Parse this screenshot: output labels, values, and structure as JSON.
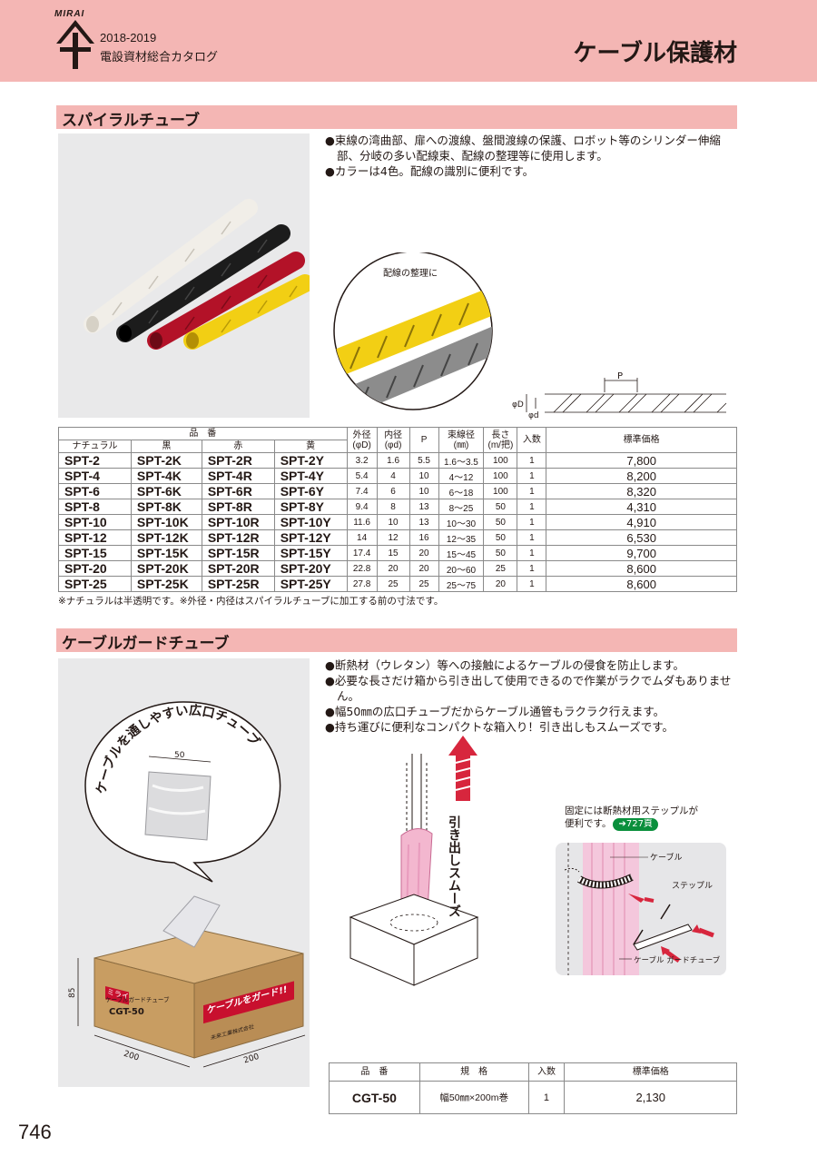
{
  "header": {
    "brand": "MIRAI",
    "year": "2018-2019",
    "catalog_name": "電設資材総合カタログ",
    "page_title": "ケーブル保護材"
  },
  "spiral": {
    "title": "スパイラルチューブ",
    "bullets": [
      "●束線の湾曲部、扉への渡線、盤間渡線の保護、ロボット等のシリンダー伸縮部、分岐の多い配線束、配線の整理等に使用します。",
      "●カラーは4色。配線の識別に便利です。"
    ],
    "zoom_caption": "配線の整理に",
    "diagram_labels": {
      "pitch": "P",
      "outer": "φD",
      "inner": "φd"
    },
    "table": {
      "header_group": "品　番",
      "color_headers": [
        "ナチュラル",
        "黒",
        "赤",
        "黄"
      ],
      "col_outer": "外径\n(φD)",
      "col_inner": "内径\n(φd)",
      "col_p": "P",
      "col_bundle": "束線径\n(㎜)",
      "col_length": "長さ\n(m/把)",
      "col_qty": "入数",
      "col_price": "標準価格",
      "rows": [
        {
          "n": "SPT-2",
          "k": "SPT-2K",
          "r": "SPT-2R",
          "y": "SPT-2Y",
          "od": "3.2",
          "id": "1.6",
          "p": "5.5",
          "bundle": "1.6～3.5",
          "len": "100",
          "qty": "1",
          "price": "7,800"
        },
        {
          "n": "SPT-4",
          "k": "SPT-4K",
          "r": "SPT-4R",
          "y": "SPT-4Y",
          "od": "5.4",
          "id": "4",
          "p": "10",
          "bundle": "4～12",
          "len": "100",
          "qty": "1",
          "price": "8,200"
        },
        {
          "n": "SPT-6",
          "k": "SPT-6K",
          "r": "SPT-6R",
          "y": "SPT-6Y",
          "od": "7.4",
          "id": "6",
          "p": "10",
          "bundle": "6～18",
          "len": "100",
          "qty": "1",
          "price": "8,320"
        },
        {
          "n": "SPT-8",
          "k": "SPT-8K",
          "r": "SPT-8R",
          "y": "SPT-8Y",
          "od": "9.4",
          "id": "8",
          "p": "13",
          "bundle": "8～25",
          "len": "50",
          "qty": "1",
          "price": "4,310"
        },
        {
          "n": "SPT-10",
          "k": "SPT-10K",
          "r": "SPT-10R",
          "y": "SPT-10Y",
          "od": "11.6",
          "id": "10",
          "p": "13",
          "bundle": "10～30",
          "len": "50",
          "qty": "1",
          "price": "4,910"
        },
        {
          "n": "SPT-12",
          "k": "SPT-12K",
          "r": "SPT-12R",
          "y": "SPT-12Y",
          "od": "14",
          "id": "12",
          "p": "16",
          "bundle": "12～35",
          "len": "50",
          "qty": "1",
          "price": "6,530"
        },
        {
          "n": "SPT-15",
          "k": "SPT-15K",
          "r": "SPT-15R",
          "y": "SPT-15Y",
          "od": "17.4",
          "id": "15",
          "p": "20",
          "bundle": "15～45",
          "len": "50",
          "qty": "1",
          "price": "9,700"
        },
        {
          "n": "SPT-20",
          "k": "SPT-20K",
          "r": "SPT-20R",
          "y": "SPT-20Y",
          "od": "22.8",
          "id": "20",
          "p": "20",
          "bundle": "20～60",
          "len": "25",
          "qty": "1",
          "price": "8,600"
        },
        {
          "n": "SPT-25",
          "k": "SPT-25K",
          "r": "SPT-25R",
          "y": "SPT-25Y",
          "od": "27.8",
          "id": "25",
          "p": "25",
          "bundle": "25～75",
          "len": "20",
          "qty": "1",
          "price": "8,600"
        }
      ]
    },
    "note": "※ナチュラルは半透明です。※外径・内径はスパイラルチューブに加工する前の寸法です。",
    "colors": {
      "natural": "#efece6",
      "black": "#1c1c1c",
      "red": "#b31228",
      "yellow": "#f2cf14",
      "gray": "#8c8c8c"
    }
  },
  "guard": {
    "title": "ケーブルガードチューブ",
    "bullets": [
      "●断熱材（ウレタン）等への接触によるケーブルの侵食を防止します。",
      "●必要な長さだけ箱から引き出して使用できるので作業がラクでムダもありません。",
      "●幅50㎜の広口チューブだからケーブル通管もラクラク行えます。",
      "●持ち運びに便利なコンパクトな箱入り！引き出しもスムーズです。"
    ],
    "bubble_text": "ケーブルを通しやすい広口チューブ",
    "width_label": "50",
    "box_dims": {
      "height": "85",
      "width": "200",
      "depth": "200"
    },
    "box_print": {
      "brand": "ミライ",
      "name": "ケーブルガードチューブ",
      "model": "CGT-50",
      "slogan": "ケーブルをガード!!",
      "maker": "未来工業株式会社"
    },
    "pull_text": "引き出しスムーズ",
    "fix_note_line1": "固定には断熱材用ステップルが",
    "fix_note_line2": "便利です。",
    "page_ref": "727頁",
    "labels": {
      "cable": "ケーブル",
      "staple": "ステップル",
      "guard_tube": "ケーブル\nガードチューブ"
    },
    "table": {
      "headers": [
        "品　番",
        "規　格",
        "入数",
        "標準価格"
      ],
      "row": {
        "code": "CGT-50",
        "spec": "幅50㎜×200m巻",
        "qty": "1",
        "price": "2,130"
      }
    }
  },
  "page_number": "746"
}
